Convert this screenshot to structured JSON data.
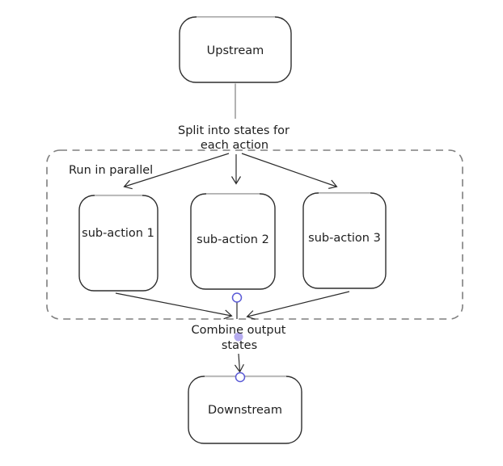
{
  "diagram": {
    "nodes": {
      "upstream": {
        "label": "Upstream"
      },
      "sub_action_1": {
        "label": "sub-action 1"
      },
      "sub_action_2": {
        "label": "sub-action 2"
      },
      "sub_action_3": {
        "label": "sub-action 3"
      },
      "downstream": {
        "label": "Downstream"
      }
    },
    "group": {
      "label": "Run in parallel"
    },
    "edge_labels": {
      "split": {
        "line1": "Split into states for",
        "line2": "each action"
      },
      "combine": {
        "line1": "Combine output",
        "line2": "states"
      }
    }
  },
  "colors": {
    "background": "#ffffff",
    "stroke": "#2b2b2b",
    "box_stroke": "#2e2e2e",
    "box_top_highlight": "#c6c6c6",
    "group_border": "#7f7f7f",
    "connector_gray": "#9e9e9e",
    "handle_stroke": "#5b5bd6",
    "handle_fill": "#ffffff",
    "midpoint_dot": "#b5abef"
  }
}
